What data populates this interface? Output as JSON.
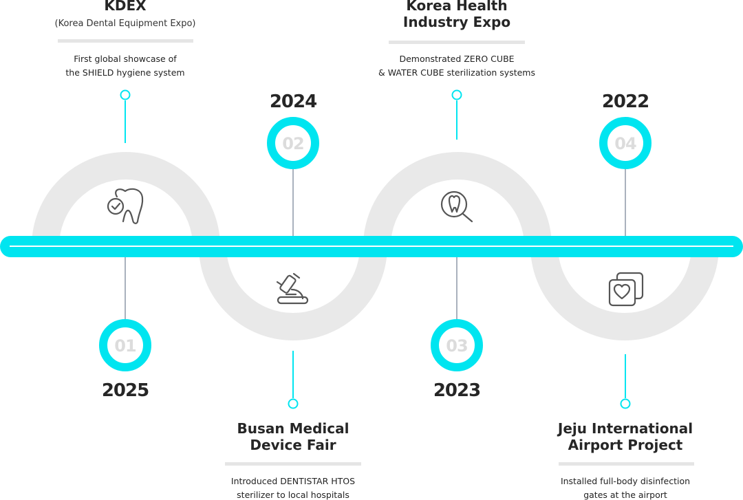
{
  "milestones": [
    {
      "number": "01",
      "year": "2025",
      "title_lines": [
        "KDEX"
      ],
      "subtitle": "(Korea Dental Equipment Expo)",
      "desc_lines": [
        "First global showcase of",
        "the SHIELD hygiene system"
      ],
      "icon": "tooth-check-icon"
    },
    {
      "number": "02",
      "year": "2024",
      "title_lines": [
        "Busan Medical",
        "Device Fair"
      ],
      "subtitle": "",
      "desc_lines": [
        "Introduced DENTISTAR HTOS",
        "sterilizer to local hospitals"
      ],
      "icon": "microscope-icon"
    },
    {
      "number": "03",
      "year": "2023",
      "title_lines": [
        "Korea Health",
        "Industry Expo"
      ],
      "subtitle": "",
      "desc_lines": [
        "Demonstrated ZERO CUBE",
        "& WATER CUBE sterilization systems"
      ],
      "icon": "tooth-search-icon"
    },
    {
      "number": "04",
      "year": "2022",
      "title_lines": [
        "Jeju International",
        "Airport Project"
      ],
      "subtitle": "",
      "desc_lines": [
        "Installed full-body disinfection",
        "gates at the airport"
      ],
      "icon": "heart-cards-icon"
    }
  ],
  "colors": {
    "accent": "#00e5f0",
    "arc": "#e9e9e9",
    "connector": "#a9b1bd",
    "text": "#262626"
  }
}
